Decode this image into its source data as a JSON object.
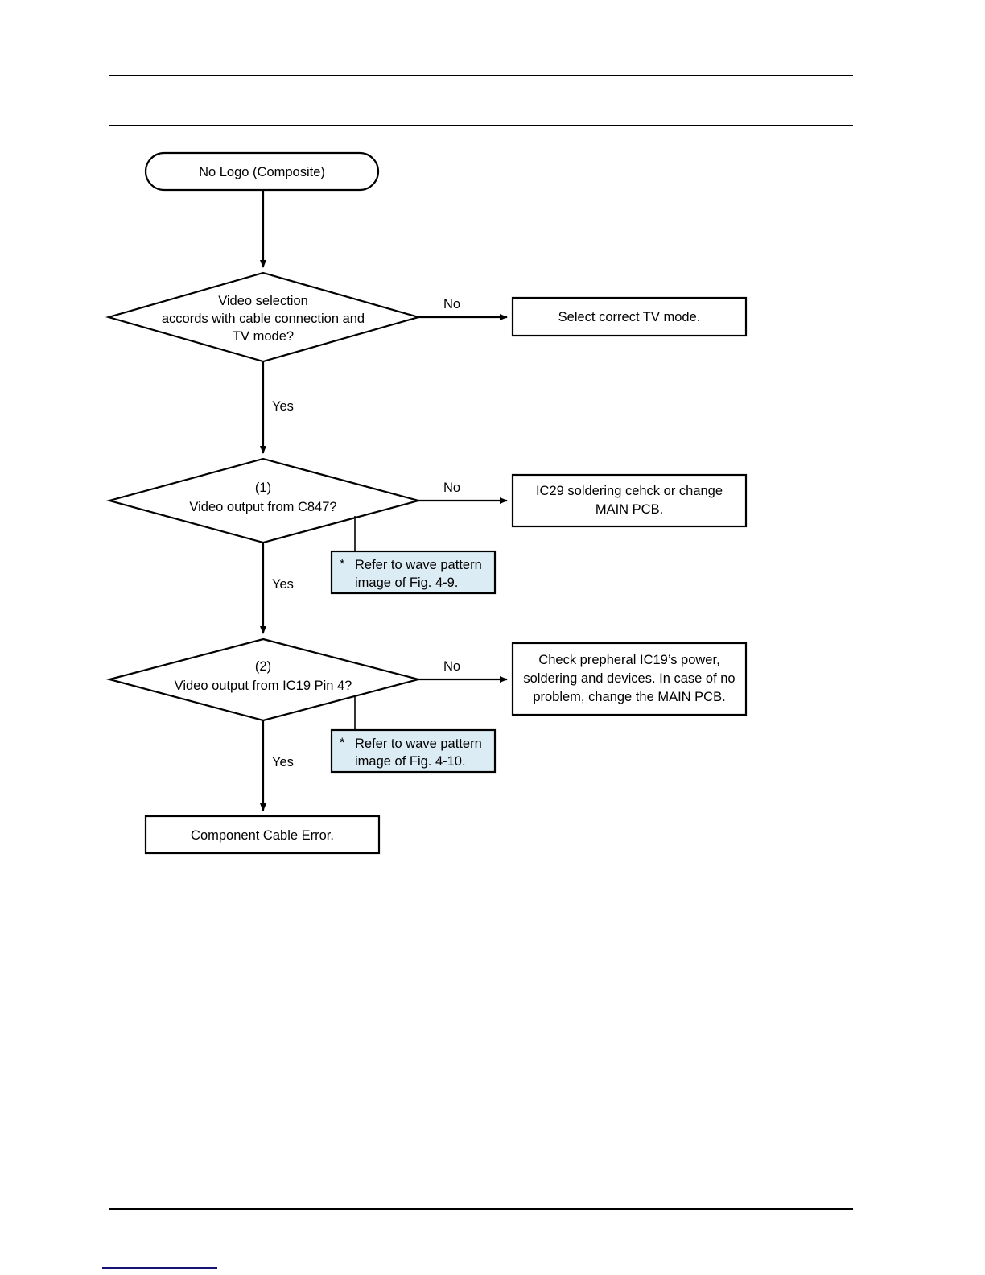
{
  "page": {
    "header_rules": 2,
    "footer_rules": 1,
    "footnote_rule_color": "#141476"
  },
  "flowchart": {
    "title": "No Logo (Composite) troubleshooting flow",
    "colors": {
      "shape_fill": "#ffffff",
      "shape_stroke": "#000000",
      "note_fill": "#dcecf5",
      "note_stroke": "#000000"
    },
    "start": {
      "label": "No Logo (Composite)"
    },
    "decisions": [
      {
        "id": "d1",
        "line1": "Video selection",
        "line2": "accords with cable connection and",
        "line3": "TV mode?",
        "yes_label": "Yes",
        "no_label": "No"
      },
      {
        "id": "d2",
        "line1": "(1)",
        "line2": "Video output from C847?",
        "line3": "",
        "yes_label": "Yes",
        "no_label": "No"
      },
      {
        "id": "d3",
        "line1": "(2)",
        "line2": "Video output from IC19 Pin 4?",
        "line3": "",
        "yes_label": "Yes",
        "no_label": "No"
      }
    ],
    "actions": [
      {
        "id": "a1",
        "line1": "Select correct TV mode.",
        "line2": "",
        "line3": ""
      },
      {
        "id": "a2",
        "line1": "IC29 soldering cehck or change",
        "line2": "MAIN PCB.",
        "line3": ""
      },
      {
        "id": "a3",
        "line1": "Check prepheral IC19’s power,",
        "line2": "soldering and devices. In case of no",
        "line3": "problem, change the MAIN PCB."
      }
    ],
    "notes": [
      {
        "id": "n1",
        "marker": "*",
        "line1": "Refer to wave pattern",
        "line2": "image of Fig. 4-9."
      },
      {
        "id": "n2",
        "marker": "*",
        "line1": "Refer to wave pattern",
        "line2": "image of Fig. 4-10."
      }
    ],
    "end": {
      "label": "Component Cable Error."
    }
  }
}
